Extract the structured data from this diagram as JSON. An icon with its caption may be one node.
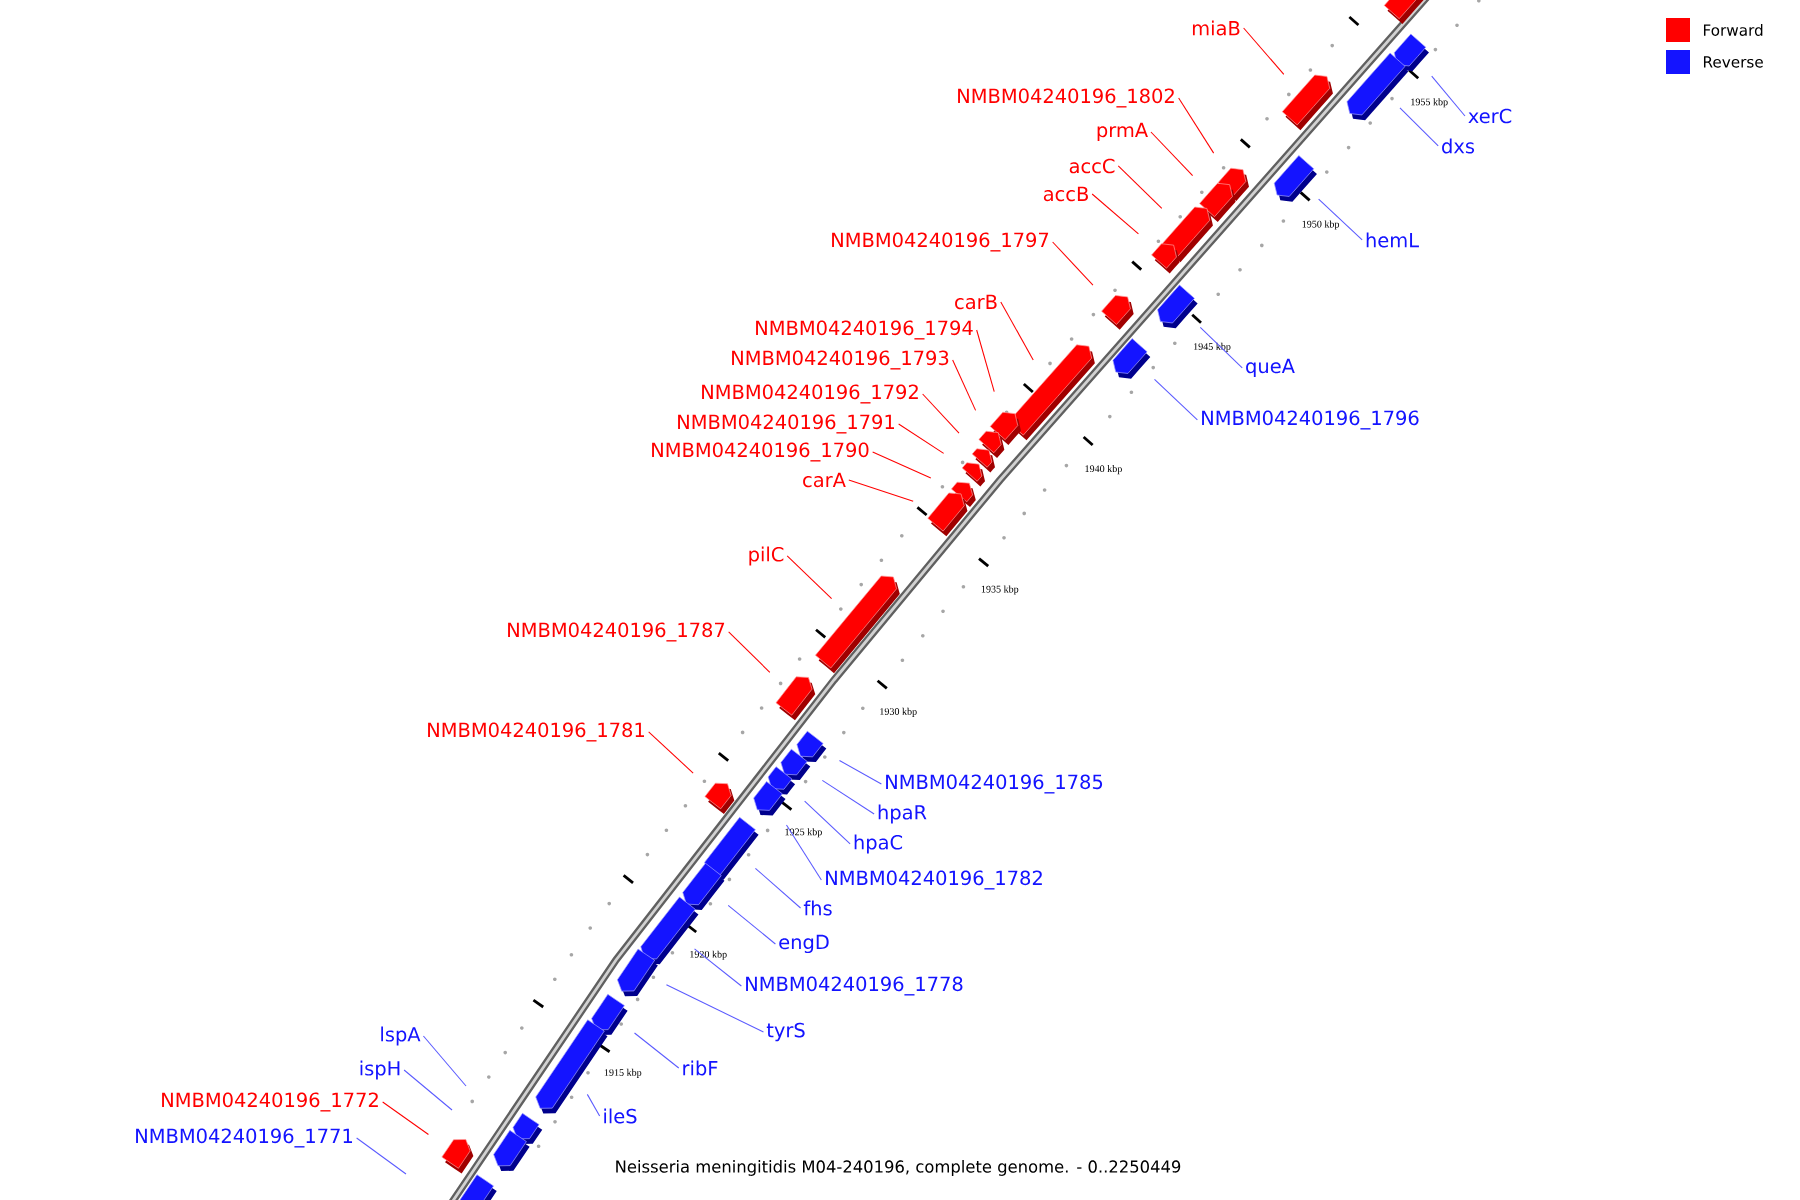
{
  "diagram": {
    "caption": "Neisseria meningitidis M04-240196, complete genome. - 0..2250449",
    "nodes": [
      {
        "text": [
          "miaB"
        ]
      },
      {
        "text": [],
        "shape": "box"
      },
      {
        "text": [
          "xerC"
        ]
      },
      {
        "text": [],
        "shape": "box"
      },
      {
        "text": [
          "NMBM04240196_1802"
        ]
      },
      {
        "text": [],
        "shape": "box"
      },
      {
        "text": [
          "dxs"
        ]
      },
      {
        "text": [],
        "shape": "box"
      },
      {
        "text": [
          "prmA"
        ]
      },
      {
        "text": [],
        "shape": "box"
      },
      {
        "text": [
          "accC"
        ]
      },
      {
        "text": [],
        "shape": "box"
      },
      {
        "text": [
          "accB"
        ]
      },
      {
        "text": [],
        "shape": "box"
      },
      {
        "text": [
          "hemL"
        ]
      },
      {
        "text": [],
        "shape": "box"
      },
      {
        "text": [
          "NMBM04240196_1797"
        ]
      },
      {
        "text": [],
        "shape": "box"
      },
      {
        "text": [
          "carB"
        ]
      },
      {
        "text": [],
        "shape": "box"
      },
      {
        "text": [
          "queA"
        ]
      },
      {
        "text": [],
        "shape": "box"
      },
      {
        "text": [
          "NMBM04240196_1794"
        ]
      },
      {
        "text": [],
        "shape": "box"
      },
      {
        "text": [
          "NMBM04240196_1793"
        ]
      },
      {
        "text": [],
        "shape": "box"
      },
      {
        "text": [
          "NMBM04240196_1796"
        ]
      },
      {
        "text": [],
        "shape": "box"
      },
      {
        "text": [
          "NMBM04240196_1792"
        ]
      },
      {
        "text": [],
        "shape": "box"
      },
      {
        "text": [
          "NMBM04240196_1791"
        ]
      },
      {
        "text": [],
        "shape": "box"
      },
      {
        "text": [
          "NMBM04240196_1790"
        ]
      },
      {
        "text": [],
        "shape": "box"
      },
      {
        "text": [
          "carA"
        ]
      },
      {
        "text": [],
        "shape": "box"
      },
      {
        "text": [
          "pilC"
        ]
      },
      {
        "text": [],
        "shape": "box"
      },
      {
        "text": [
          "NMBM04240196_1787"
        ]
      },
      {
        "text": [],
        "shape": "box"
      },
      {
        "text": [
          "NMBM04240196_1781"
        ]
      },
      {
        "text": [],
        "shape": "box"
      },
      {
        "text": [
          "NMBM04240196_1785"
        ]
      },
      {
        "text": [],
        "shape": "box"
      },
      {
        "text": [
          "hpaR"
        ]
      },
      {
        "text": [],
        "shape": "box"
      },
      {
        "text": [
          "hpaC"
        ]
      },
      {
        "text": [],
        "shape": "box"
      },
      {
        "text": [
          "NMBM04240196_1782"
        ]
      },
      {
        "text": [],
        "shape": "box"
      },
      {
        "text": [
          "fhs"
        ]
      },
      {
        "text": [],
        "shape": "box"
      },
      {
        "text": [
          "engD"
        ]
      },
      {
        "text": [],
        "shape": "box"
      },
      {
        "text": [
          "NMBM04240196_1778"
        ]
      },
      {
        "text": [],
        "shape": "box"
      },
      {
        "text": [
          "tyrS"
        ]
      },
      {
        "text": [],
        "shape": "box"
      },
      {
        "text": [
          "ribF"
        ]
      },
      {
        "text": [],
        "shape": "box"
      },
      {
        "text": [
          "lspA"
        ]
      },
      {
        "text": [
          "ispH"
        ]
      },
      {
        "text": [
          "ileS"
        ]
      },
      {
        "text": [],
        "shape": "box"
      },
      {
        "text": [
          "NMBM04240196_1772"
        ]
      },
      {
        "text": [],
        "shape": "box"
      },
      {
        "text": [
          "NMBM04240196_1771"
        ]
      },
      {
        "text": [],
        "shape": "box"
      },
      {
        "text": [],
        "shape": "box"
      },
      {
        "text": [],
        "shape": "box"
      },
      {
        "text": [],
        "shape": "box"
      }
    ],
    "edges": [
      {
        "from": 0,
        "to": 1,
        "arrow": "none",
        "color": "#ff0000"
      },
      {
        "from": 2,
        "to": 3,
        "arrow": "none"
      },
      {
        "from": 4,
        "to": 5,
        "arrow": "none",
        "color": "#ff0000"
      },
      {
        "from": 6,
        "to": 7,
        "arrow": "none"
      },
      {
        "from": 8,
        "to": 9,
        "arrow": "none",
        "color": "#ff0000"
      },
      {
        "from": 10,
        "to": 11,
        "arrow": "none",
        "color": "#ff0000"
      },
      {
        "from": 12,
        "to": 13,
        "arrow": "none",
        "color": "#ff0000"
      },
      {
        "from": 14,
        "to": 15,
        "arrow": "none"
      },
      {
        "from": 16,
        "to": 17,
        "arrow": "none",
        "color": "#ff0000"
      },
      {
        "from": 18,
        "to": 19,
        "arrow": "none",
        "color": "#ff0000"
      },
      {
        "from": 20,
        "to": 21,
        "arrow": "none"
      },
      {
        "from": 22,
        "to": 23,
        "arrow": "none",
        "color": "#ff0000"
      },
      {
        "from": 24,
        "to": 25,
        "arrow": "none",
        "color": "#ff0000"
      },
      {
        "from": 26,
        "to": 27,
        "arrow": "none"
      },
      {
        "from": 28,
        "to": 29,
        "arrow": "none",
        "color": "#ff0000"
      },
      {
        "from": 30,
        "to": 31,
        "arrow": "none",
        "color": "#ff0000"
      },
      {
        "from": 32,
        "to": 33,
        "arrow": "none",
        "color": "#ff0000"
      },
      {
        "from": 34,
        "to": 35,
        "arrow": "none",
        "color": "#ff0000"
      },
      {
        "from": 36,
        "to": 37,
        "arrow": "none",
        "color": "#ff0000"
      },
      {
        "from": 38,
        "to": 39,
        "arrow": "none",
        "color": "#ff0000"
      },
      {
        "from": 40,
        "to": 41,
        "arrow": "none",
        "color": "#ff0000"
      },
      {
        "from": 42,
        "to": 43,
        "arrow": "none"
      },
      {
        "from": 44,
        "to": 45,
        "arrow": "none"
      },
      {
        "from": 46,
        "to": 47,
        "arrow": "none"
      },
      {
        "from": 48,
        "to": 49,
        "arrow": "none"
      },
      {
        "from": 50,
        "to": 51,
        "arrow": "none"
      },
      {
        "from": 52,
        "to": 53,
        "arrow": "none"
      },
      {
        "from": 54,
        "to": 55,
        "arrow": "none"
      },
      {
        "from": 56,
        "to": 57,
        "arrow": "none"
      },
      {
        "from": 58,
        "to": 59,
        "arrow": "none"
      },
      {
        "from": 60,
        "to": null,
        "arrow": "none"
      },
      {
        "from": 61,
        "to": null,
        "arrow": "none"
      },
      {
        "from": 62,
        "to": 63,
        "arrow": "none"
      },
      {
        "from": 64,
        "to": 65,
        "arrow": "none",
        "color": "#ff0000"
      },
      {
        "from": 66,
        "to": null,
        "arrow": "none"
      }
    ],
    "labels": [
      "1955 kbp",
      "1950 kbp",
      "1945 kbp",
      "1940 kbp",
      "1935 kbp",
      "1930 kbp",
      "1925 kbp",
      "1920 kbp",
      "1915 kbp"
    ],
    "legend": [
      {
        "text": "Forward",
        "color": "#ff0000"
      },
      {
        "text": "Reverse",
        "color": "#1414ff"
      }
    ]
  }
}
